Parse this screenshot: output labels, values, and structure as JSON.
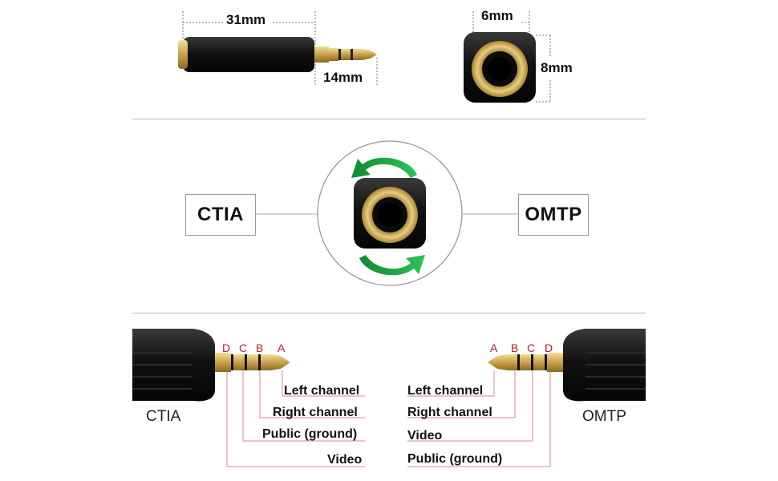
{
  "top": {
    "length_total": "31mm",
    "length_plug": "14mm",
    "width": "6mm",
    "height": "8mm"
  },
  "middle": {
    "left_standard": "CTIA",
    "right_standard": "OMTP"
  },
  "bottom": {
    "left": {
      "standard": "CTIA",
      "pins": [
        "D",
        "C",
        "B",
        "A"
      ],
      "labels": [
        "Left channel",
        "Right channel",
        "Public (ground)",
        "Video"
      ]
    },
    "right": {
      "standard": "OMTP",
      "pins": [
        "A",
        "B",
        "C",
        "D"
      ],
      "labels": [
        "Left channel",
        "Right channel",
        "Video",
        "Public (ground)"
      ]
    }
  },
  "colors": {
    "arrow_green": "#1a9a3a",
    "gold": "#c9a24a",
    "pin_label_red": "#b0202a",
    "leader_line": "#d98a8a"
  }
}
